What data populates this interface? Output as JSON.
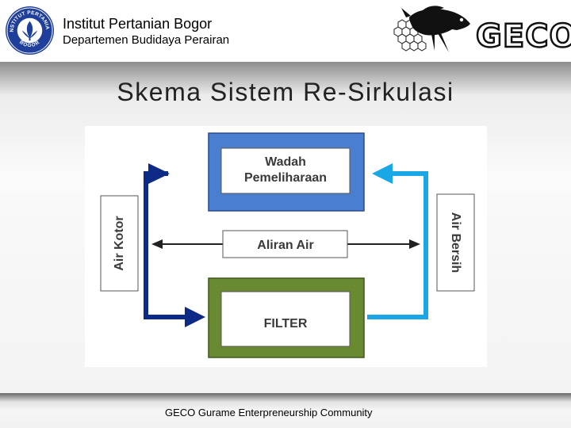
{
  "header": {
    "institution": "Institut Pertanian Bogor",
    "department": "Departemen Budidaya Perairan",
    "logo_icon": "ipb-seal-icon",
    "logo_text_top": "INSTITUT PERTANIAN",
    "logo_text_bottom": "BOGOR",
    "brand": "GECO",
    "brand_icon": "gourami-fish-icon"
  },
  "slide": {
    "title": "Skema Sistem Re-Sirkulasi"
  },
  "diagram": {
    "wadah_line1": "Wadah",
    "wadah_line2": "Pemeliharaan",
    "aliran": "Aliran Air",
    "filter": "FILTER",
    "air_kotor": "Air Kotor",
    "air_bersih": "Air Bersih",
    "colors": {
      "wadah": "#4a7fd0",
      "filter": "#6a8a32",
      "air_kotor_arrow": "#0d2a86",
      "air_bersih_arrow": "#1aa7e6"
    }
  },
  "footer": {
    "text": "GECO  Gurame Enterpreneurship Community"
  }
}
